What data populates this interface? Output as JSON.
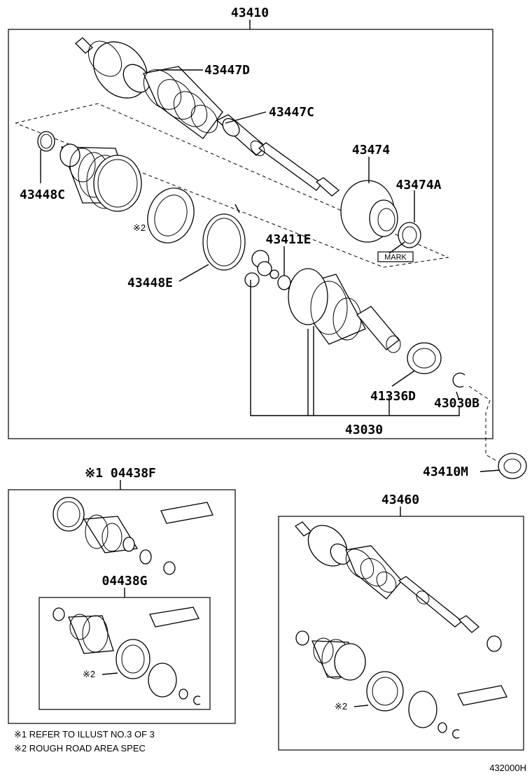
{
  "labels": {
    "main_assembly": "43410",
    "boot_outer_clamp": "43447D",
    "boot_inner_clamp": "43447C",
    "dust_deflector": "43474",
    "dust_cover": "43474A",
    "inboard_clamp": "43448C",
    "inboard_band": "43448E",
    "snap_ring": "43411E",
    "seal": "41336D",
    "circlip": "43030B",
    "inboard_joint": "43030",
    "outer_seal": "43410M",
    "boot_kit": "※1 04438F",
    "boot_kit_inner": "04438G",
    "alt_assembly": "43460",
    "mark_1": "※2",
    "mark_2": "※2",
    "mark_3": "※2",
    "mark_box": "MARK"
  },
  "notes": [
    "※1 REFER TO ILLUST NO.3 OF 3",
    "※2 ROUGH ROAD AREA SPEC"
  ],
  "footer_code": "432000H"
}
